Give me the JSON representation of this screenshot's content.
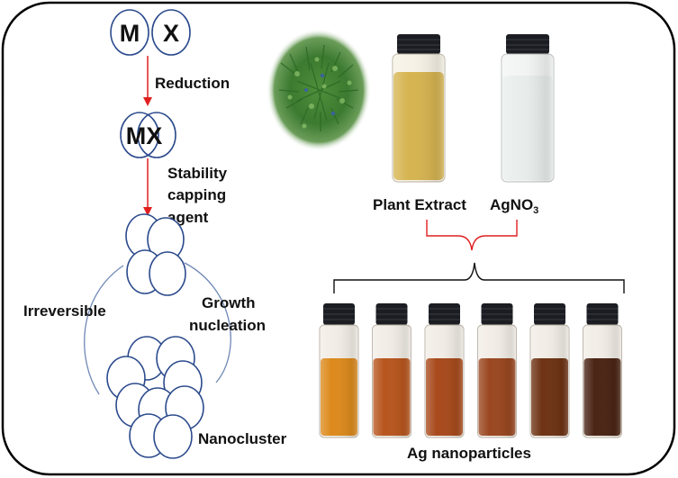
{
  "letters": {
    "m": "M",
    "x": "X",
    "merged": "MX"
  },
  "steps": {
    "reduction": "Reduction",
    "stability_line1": "Stability",
    "stability_line2": "capping",
    "stability_line3": "agent"
  },
  "cycle": {
    "irreversible": "Irreversible",
    "growth_line1": "Growth",
    "growth_line2": "nucleation"
  },
  "nanocluster": "Nanocluster",
  "inputs": {
    "plant_extract": "Plant Extract",
    "agno3_base": "AgNO",
    "agno3_sub": "3"
  },
  "product": "Ag nanoparticles",
  "colors": {
    "arrow": "#e02020",
    "bracket_red": "#e02020",
    "circle_stroke": "#2b4a8c",
    "cycle_stroke": "#6f88b5",
    "plant_extract_liquid": "#d6b450",
    "agno3_liquid": "#e9eeec",
    "cap": "#1b1d22",
    "nanoparticle_vials": [
      "#dd8a1c",
      "#b8561e",
      "#a84a1c",
      "#9a4720",
      "#6e3314",
      "#4a2414"
    ]
  }
}
